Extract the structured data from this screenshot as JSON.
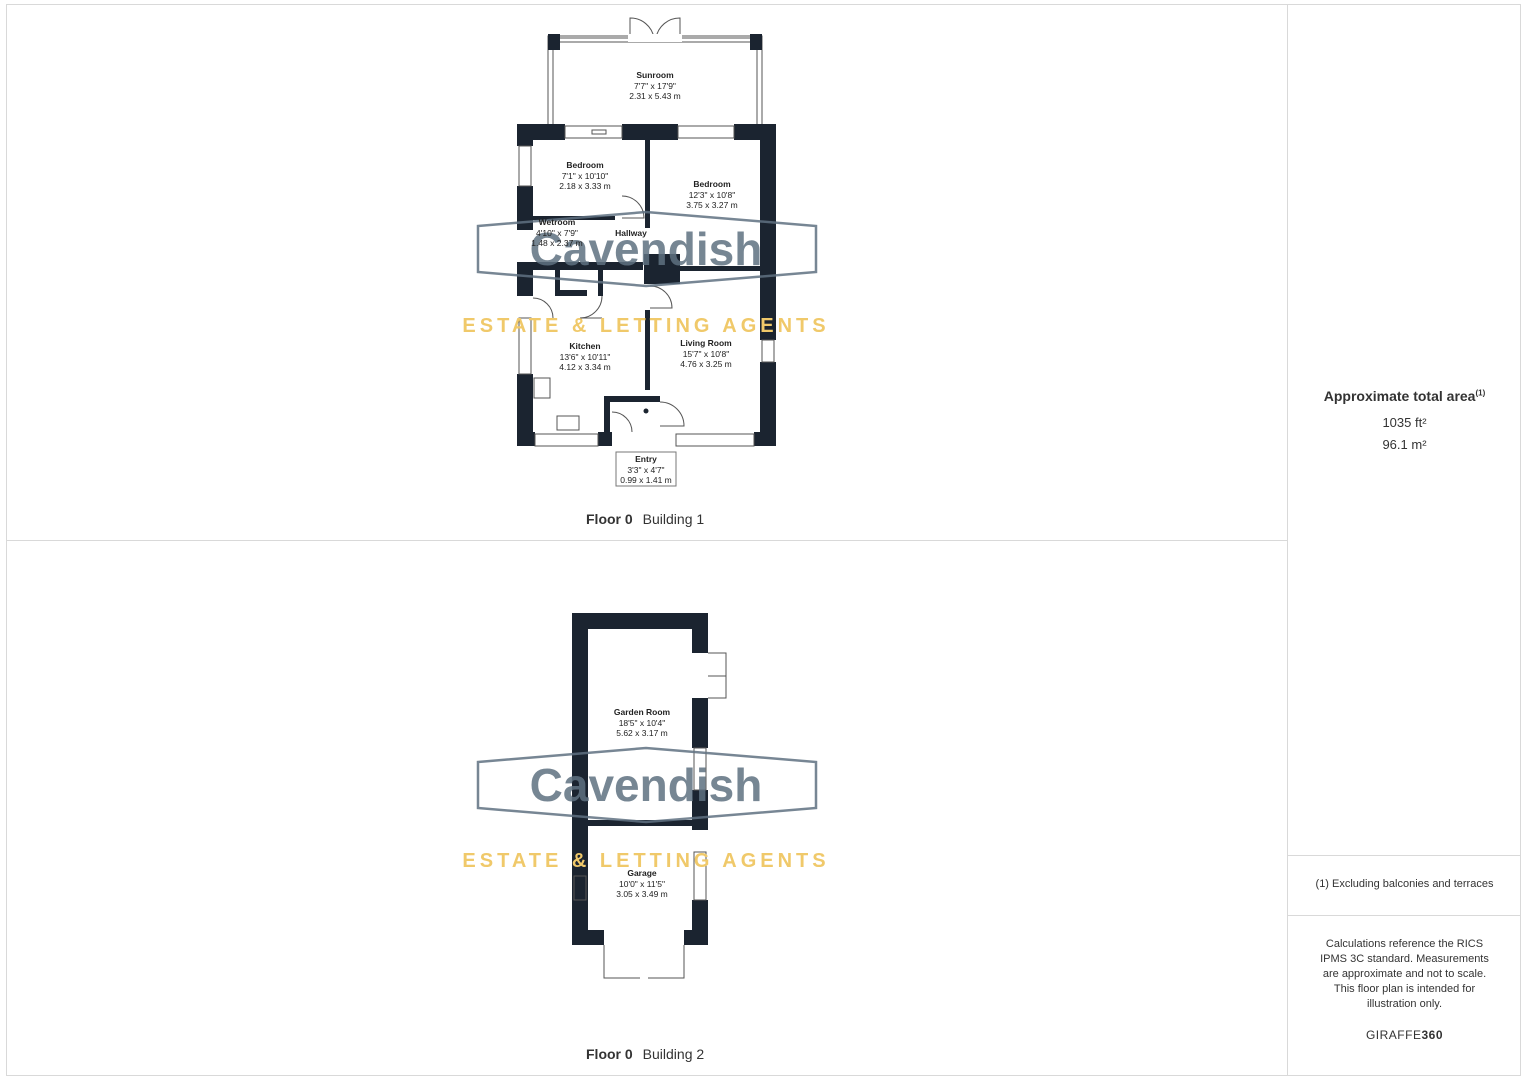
{
  "floors": [
    {
      "floor": "Floor 0",
      "building": "Building 1"
    },
    {
      "floor": "Floor 0",
      "building": "Building 2"
    }
  ],
  "rooms": {
    "sunroom": {
      "name": "Sunroom",
      "imperial": "7'7\" x 17'9\"",
      "metric": "2.31 x 5.43 m"
    },
    "bedroom1": {
      "name": "Bedroom",
      "imperial": "7'1\" x 10'10\"",
      "metric": "2.18 x 3.33 m"
    },
    "bedroom2": {
      "name": "Bedroom",
      "imperial": "12'3\" x 10'8\"",
      "metric": "3.75 x 3.27 m"
    },
    "wetroom": {
      "name": "Wetroom",
      "imperial": "4'10\" x 7'9\"",
      "metric": "1.48 x 2.37 m"
    },
    "hallway": {
      "name": "Hallway"
    },
    "kitchen": {
      "name": "Kitchen",
      "imperial": "13'6\" x 10'11\"",
      "metric": "4.12 x 3.34 m"
    },
    "living": {
      "name": "Living Room",
      "imperial": "15'7\" x 10'8\"",
      "metric": "4.76 x 3.25 m"
    },
    "entry": {
      "name": "Entry",
      "imperial": "3'3\" x 4'7\"",
      "metric": "0.99 x 1.41 m"
    },
    "garden": {
      "name": "Garden Room",
      "imperial": "18'5\" x 10'4\"",
      "metric": "5.62 x 3.17 m"
    },
    "garage": {
      "name": "Garage",
      "imperial": "10'0\" x 11'5\"",
      "metric": "3.05 x 3.49 m"
    }
  },
  "watermark": {
    "name": "Cavendish",
    "tagline": "ESTATE & LETTING AGENTS"
  },
  "summary": {
    "title": "Approximate total area",
    "footnote_mark": "(1)",
    "area_ft": "1035 ft²",
    "area_m": "96.1 m²",
    "exclusion": "(1) Excluding balconies and terraces",
    "disclaimer": "Calculations reference the RICS IPMS 3C standard. Measurements are approximate and not to scale. This floor plan is intended for illustration only.",
    "brand_light": "GIRAFFE",
    "brand_bold": "360"
  },
  "colors": {
    "wall": "#1b2430",
    "watermark_grey": "#5f7181",
    "watermark_gold": "#f0c96a"
  }
}
